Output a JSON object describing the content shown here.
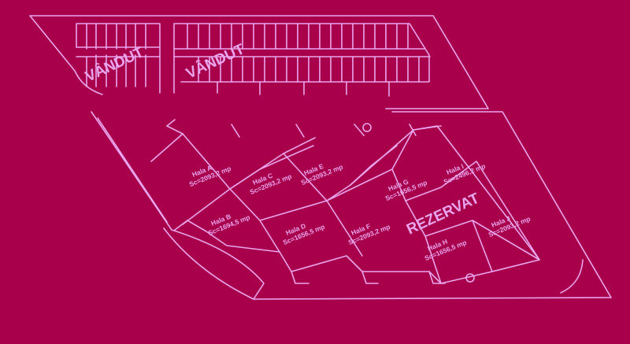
{
  "plan": {
    "stamps": {
      "sold_left": "VÂNDUT",
      "sold_right": "VÂNDUT",
      "reserved": "REZERVAT"
    },
    "halls": [
      {
        "name": "Hala A",
        "area": "Sc=2093,2 mp"
      },
      {
        "name": "Hala B",
        "area": "Sc=1694,5 mp"
      },
      {
        "name": "Hala C",
        "area": "Sc=2093,2 mp"
      },
      {
        "name": "Hala D",
        "area": "Sc=1656,5 mp"
      },
      {
        "name": "Hala E",
        "area": "Sc=2093,2 mp"
      },
      {
        "name": "Hala F",
        "area": "Sc=2093,2 mp"
      },
      {
        "name": "Hala G",
        "area": "Sc=1656,5 mp"
      },
      {
        "name": "Hala H",
        "area": "Sc=1656,5 mp"
      },
      {
        "name": "Hala I",
        "area": "Sc=2496,2 mp"
      },
      {
        "name": "Hala J",
        "area": "Sc=2093,2 mp"
      }
    ],
    "colors": {
      "background": "#a8004a",
      "line": "#e9a6ee"
    }
  }
}
